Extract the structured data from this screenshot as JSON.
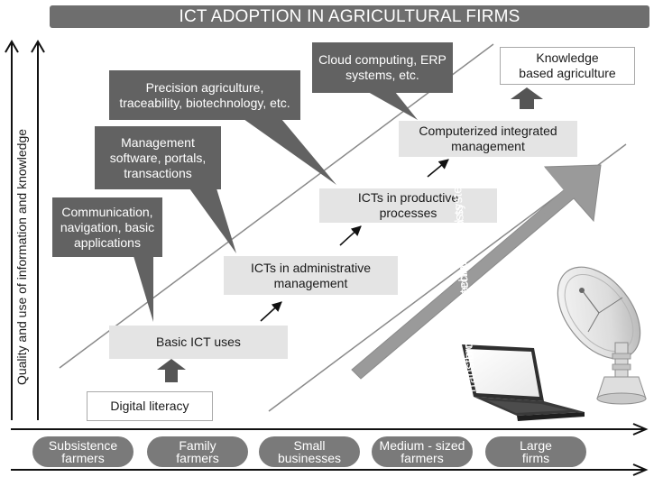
{
  "title": "ICT ADOPTION IN AGRICULTURAL FIRMS",
  "y_axis_label": "Quality and use of information and knowledge",
  "stages": {
    "digital_literacy": "Digital literacy",
    "basic_ict": "Basic ICT uses",
    "admin_1": "ICTs in administrative",
    "admin_2": "management",
    "productive_1": "ICTs in productive",
    "productive_2": "processes",
    "integrated_1": "Computerized integrated",
    "integrated_2": "management",
    "knowledge_1": "Knowledge",
    "knowledge_2": "based agriculture"
  },
  "callouts": {
    "communication": [
      "Communication,",
      "navigation, basic",
      "applications"
    ],
    "management_software": [
      "Management",
      "software, portals,",
      "transactions"
    ],
    "precision": [
      "Precision agriculture,",
      "traceability, biotechnology, etc."
    ],
    "cloud": [
      "Cloud computing, ERP",
      "systems, etc."
    ]
  },
  "transformation": {
    "line1": "Transformation of technological systems",
    "line2": "Increasing technology costs"
  },
  "firm_types": [
    [
      "Subsistence",
      "farmers"
    ],
    [
      "Family",
      "farmers"
    ],
    [
      "Small",
      "businesses"
    ],
    [
      "Medium - sized",
      "farmers"
    ],
    [
      "Large",
      "firms"
    ]
  ],
  "colors": {
    "dark_gray": "#626262",
    "light_gray": "#e4e4e4",
    "pill_gray": "#7a7a7a",
    "title_gray": "#6e6e6e"
  },
  "icons": [
    "laptop-icon",
    "satellite-dish-icon"
  ]
}
